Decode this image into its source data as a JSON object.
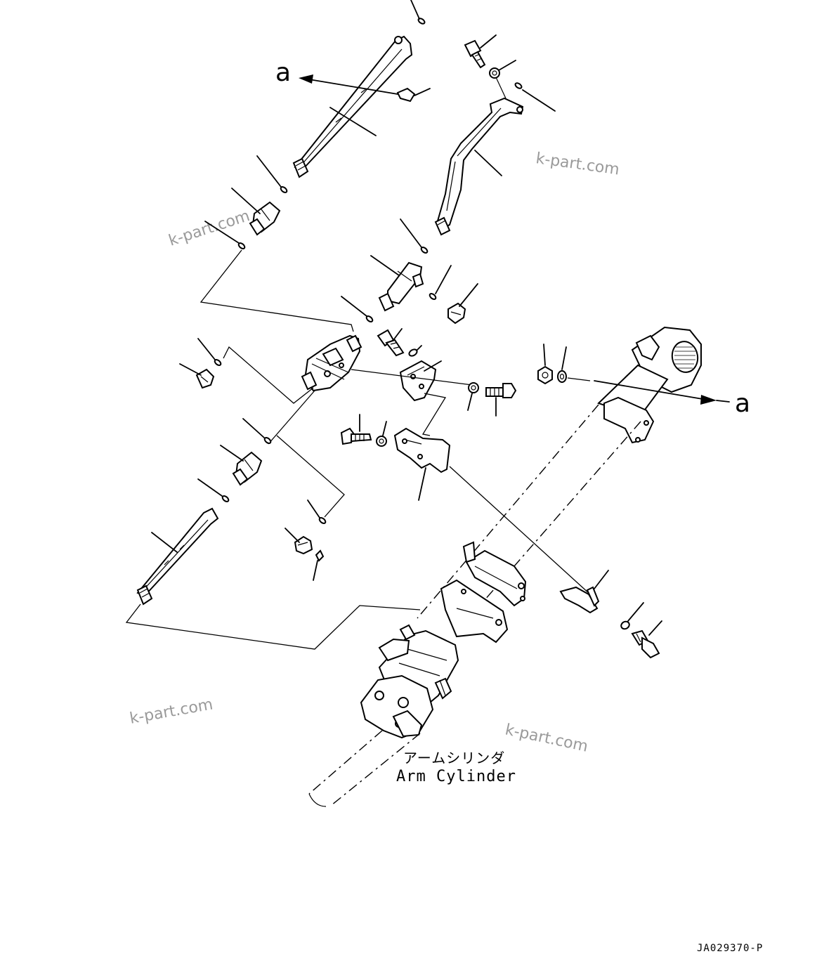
{
  "reference_mark": "a",
  "caption": {
    "japanese": "アームシリンダ",
    "english": "Arm Cylinder"
  },
  "watermark": "k-part.com",
  "drawing_code": "JA029370-P"
}
